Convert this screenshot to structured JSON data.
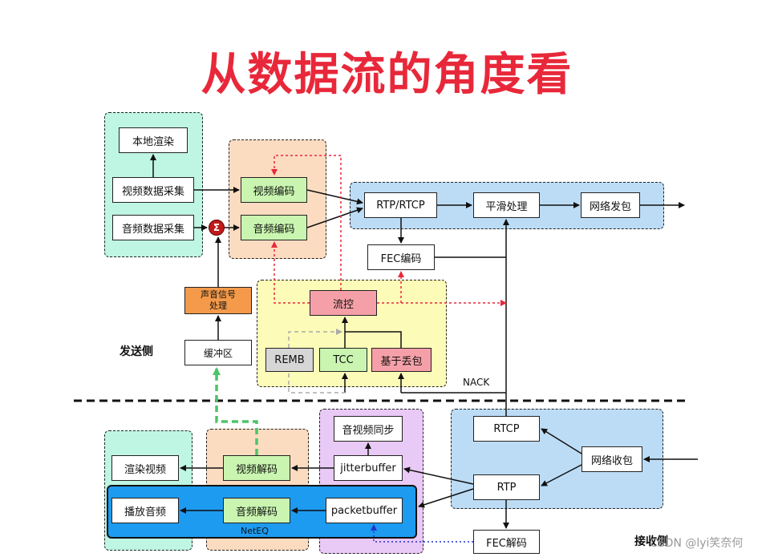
{
  "title": "从数据流的角度看",
  "labels": {
    "send_side": "发送侧",
    "recv_side": "接收侧",
    "nack": "NACK",
    "neteq": "NetEQ",
    "watermark": "CSDN @lyi笑奈何"
  },
  "nodes": {
    "local_render": "本地渲染",
    "video_capture": "视频数据采集",
    "audio_capture": "音频数据采集",
    "sigma": "Σ",
    "video_encode": "视频编码",
    "audio_encode": "音频编码",
    "rtp_rtcp": "RTP/RTCP",
    "smooth": "平滑处理",
    "net_send": "网络发包",
    "fec_encode": "FEC编码",
    "flow_control": "流控",
    "remb": "REMB",
    "tcc": "TCC",
    "loss_based": "基于丢包",
    "audio_signal_proc": "声音信号\n处理",
    "buffer": "缓冲区",
    "av_sync": "音视频同步",
    "jitterbuffer": "jitterbuffer",
    "packetbuffer": "packetbuffer",
    "video_decode": "视频解码",
    "audio_decode": "音频解码",
    "render_video": "渲染视频",
    "play_audio": "播放音频",
    "rtcp": "RTCP",
    "rtp": "RTP",
    "net_recv": "网络收包",
    "fec_decode": "FEC解码"
  },
  "colors": {
    "title": "#e8283a",
    "group_mint": "#bff5e3",
    "group_peach": "#fcdcc0",
    "group_blue": "#bcdcf6",
    "group_yellow": "#fdfbb8",
    "group_purple": "#e9c9f5",
    "neteq_bar": "#1d9bf0",
    "green_box": "#c9f5b0",
    "pink_box": "#f5a0a8",
    "orange_box": "#f59a4a",
    "grey_box": "#d6d6d6",
    "sigma_red": "#c01a1a"
  }
}
